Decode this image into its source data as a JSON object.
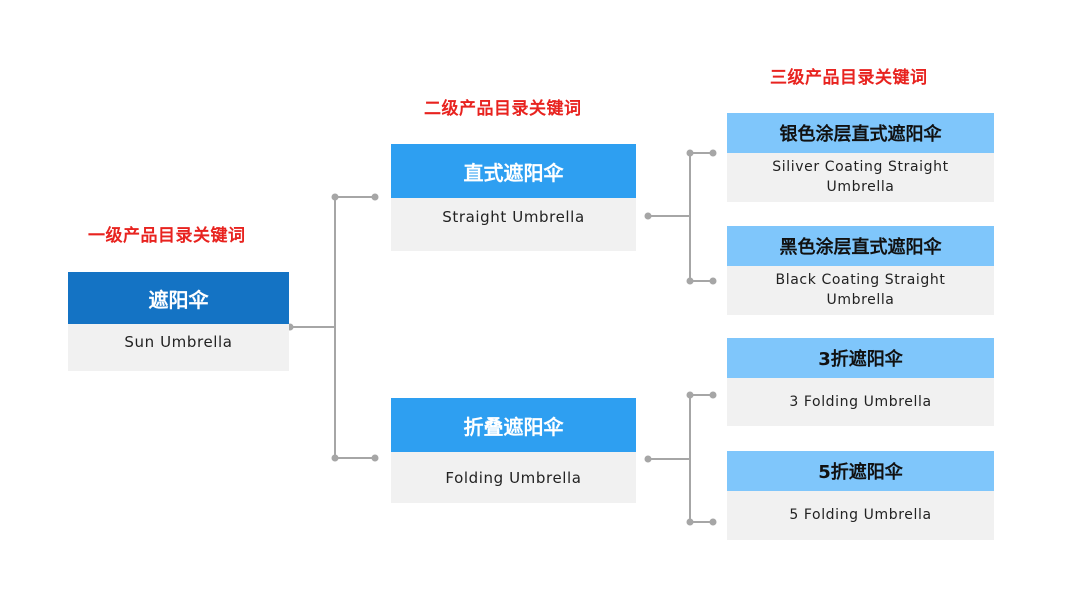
{
  "level_labels": {
    "level1": "一级产品目录关键词",
    "level2": "二级产品目录关键词",
    "level3": "三级产品目录关键词"
  },
  "root": {
    "cn": "遮阳伞",
    "en": "Sun Umbrella"
  },
  "level2": [
    {
      "cn": "直式遮阳伞",
      "en": "Straight Umbrella",
      "children": [
        {
          "cn": "银色涂层直式遮阳伞",
          "en": "Siliver Coating Straight Umbrella"
        },
        {
          "cn": "黑色涂层直式遮阳伞",
          "en": "Black Coating Straight Umbrella"
        }
      ]
    },
    {
      "cn": "折叠遮阳伞",
      "en": "Folding Umbrella",
      "children": [
        {
          "cn": "3折遮阳伞",
          "en": "3 Folding Umbrella"
        },
        {
          "cn": "5折遮阳伞",
          "en": "5 Folding Umbrella"
        }
      ]
    }
  ],
  "colors": {
    "label_red": "#e8231f",
    "level1_head": "#1473c4",
    "level2_head": "#2e9ff1",
    "level3_head": "#7fc6fb",
    "body_gray": "#f1f1f1",
    "connector": "#a6a6a6"
  }
}
